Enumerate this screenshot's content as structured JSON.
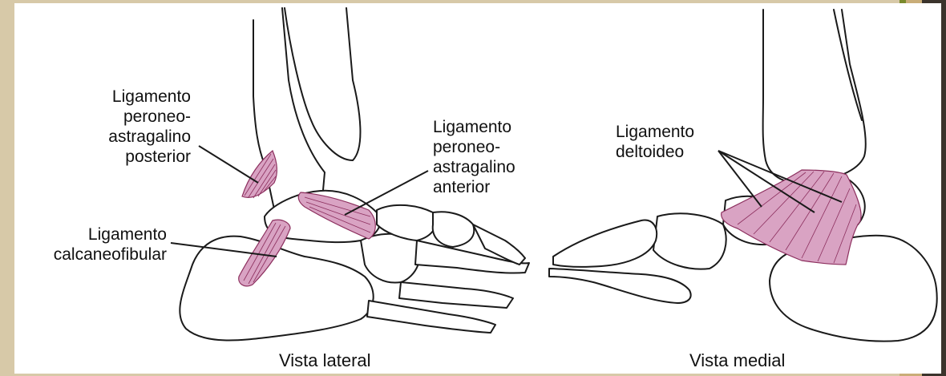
{
  "labels": {
    "posterior": [
      "Ligamento",
      "peroneo-",
      "astragalino",
      "posterior"
    ],
    "anterior": [
      "Ligamento",
      "peroneo-",
      "astragalino",
      "anterior"
    ],
    "calcaneofibular": [
      "Ligamento",
      "calcaneofibular"
    ],
    "deltoid": [
      "Ligamento",
      "deltoideo"
    ]
  },
  "captions": {
    "lateral": "Vista lateral",
    "medial": "Vista medial"
  },
  "colors": {
    "ligament_fill": "#d9a3c3",
    "ligament_stroke": "#8c2f5e",
    "bone_line": "#1a1a1a"
  }
}
